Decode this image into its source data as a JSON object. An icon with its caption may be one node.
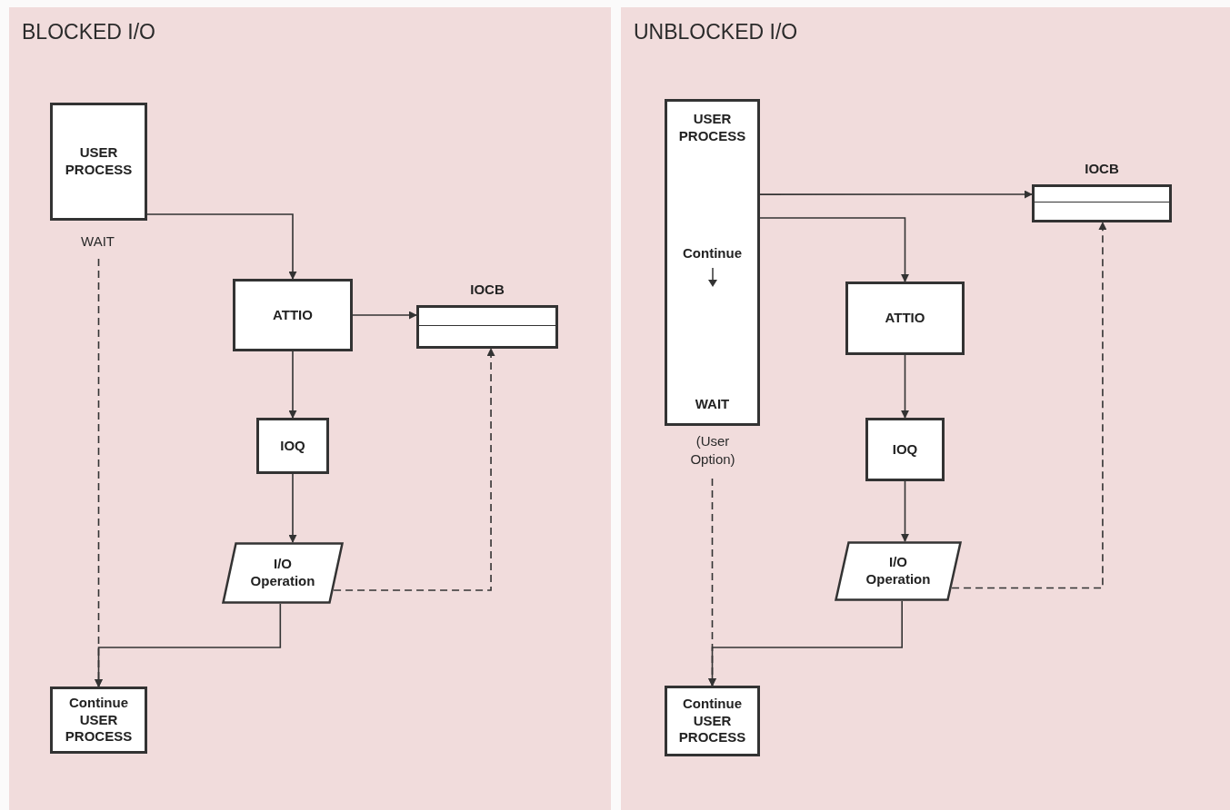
{
  "diagram": {
    "nodes": [
      {
        "text": [
          "BLOCKED I/O"
        ]
      },
      {
        "text": [
          "USER PROCESS"
        ],
        "in": 0,
        "beside": [
          "WAIT"
        ]
      },
      {
        "text": [
          "ATTIO"
        ],
        "in": 0
      },
      {
        "text": [
          "IOCB"
        ],
        "in": 0
      },
      {
        "text": [
          "IOQ"
        ],
        "in": 0
      },
      {
        "text": [
          "I/O Operation"
        ],
        "in": 0
      },
      {
        "text": [
          "Continue USER PROCESS"
        ],
        "in": 0
      },
      {
        "text": [
          "UNBLOCKED I/O"
        ]
      },
      {
        "text": [
          "USER PROCESS",
          "Continue",
          "WAIT"
        ],
        "in": 7,
        "beside": [
          "(User Option)"
        ]
      },
      {
        "text": [
          "IOCB"
        ],
        "in": 7
      },
      {
        "text": [
          "ATTIO"
        ],
        "in": 7
      },
      {
        "text": [
          "IOQ"
        ],
        "in": 7
      },
      {
        "text": [
          "I/O Operation"
        ],
        "in": 7
      },
      {
        "text": [
          "Continue USER PROCESS"
        ],
        "in": 7
      }
    ],
    "edges": [
      {
        "from": 1,
        "to": 2,
        "arrow": "to"
      },
      {
        "from": 2,
        "to": 3,
        "arrow": "to"
      },
      {
        "from": 2,
        "to": 4,
        "arrow": "to"
      },
      {
        "from": 4,
        "to": 5,
        "arrow": "to"
      },
      {
        "from": 5,
        "to": 3,
        "arrow": "to",
        "style": "dashed"
      },
      {
        "from": 5,
        "to": 6,
        "arrow": "to"
      },
      {
        "from": 1,
        "to": 6,
        "arrow": "to",
        "style": "dashed"
      },
      {
        "from": 8,
        "to": 9,
        "arrow": "to"
      },
      {
        "from": 8,
        "to": 10,
        "arrow": "to"
      },
      {
        "from": 10,
        "to": 11,
        "arrow": "to"
      },
      {
        "from": 11,
        "to": 12,
        "arrow": "to"
      },
      {
        "from": 12,
        "to": 9,
        "arrow": "to",
        "style": "dashed"
      },
      {
        "from": 12,
        "to": 13,
        "arrow": "to"
      },
      {
        "from": 8,
        "to": 13,
        "arrow": "to",
        "style": "dashed"
      }
    ]
  }
}
